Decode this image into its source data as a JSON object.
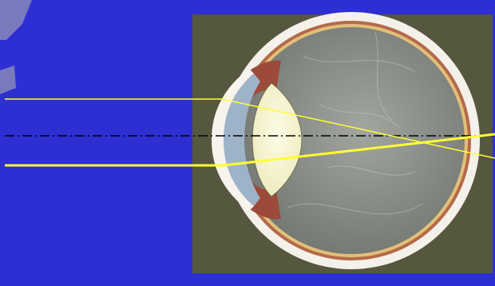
{
  "colors": {
    "background": "#2d2fd2",
    "panel": "#5b5d4a",
    "sclera": "#f4f1ea",
    "vitreous": "#8a8e88",
    "cornea": "#9fb3c8",
    "lens": "#f7f5d6",
    "ray": "#ffff33",
    "axis": "#000000"
  },
  "diagram": {
    "parts": [
      "sclera",
      "choroid",
      "retina",
      "vitreous-body",
      "cornea",
      "anterior-chamber",
      "iris",
      "lens",
      "optical-axis",
      "light-ray-upper",
      "light-ray-lower"
    ]
  }
}
